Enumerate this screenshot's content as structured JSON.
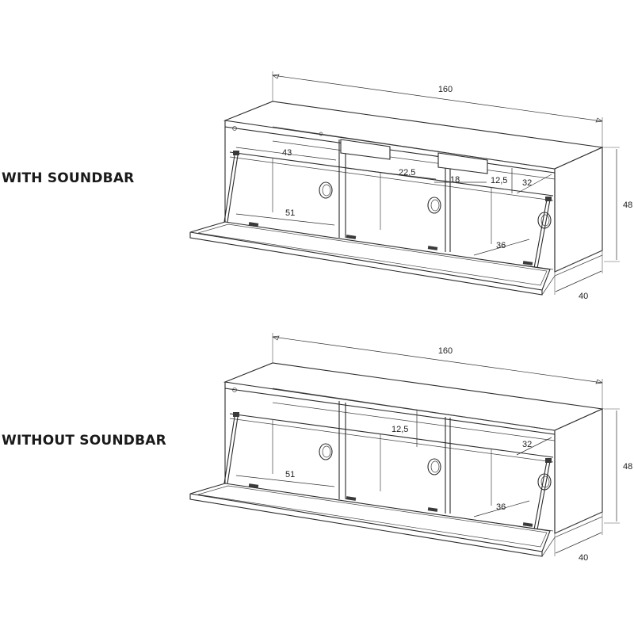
{
  "labels": {
    "with_soundbar": "WITH SOUNDBAR",
    "without_soundbar": "WITHOUT SOUNDBAR"
  },
  "dimensions_top": {
    "width": "160",
    "height": "48",
    "depth": "40",
    "shelf_left": "43",
    "soundbar_gap": "22,5",
    "soundbar_shelf": "18",
    "right_gap": "12,5",
    "right_depth": "32",
    "flap_width": "51",
    "inner_depth": "36"
  },
  "dimensions_bottom": {
    "width": "160",
    "height": "48",
    "depth": "40",
    "shelf_gap": "12,5",
    "right_depth": "32",
    "flap_width": "51",
    "inner_depth": "36"
  }
}
